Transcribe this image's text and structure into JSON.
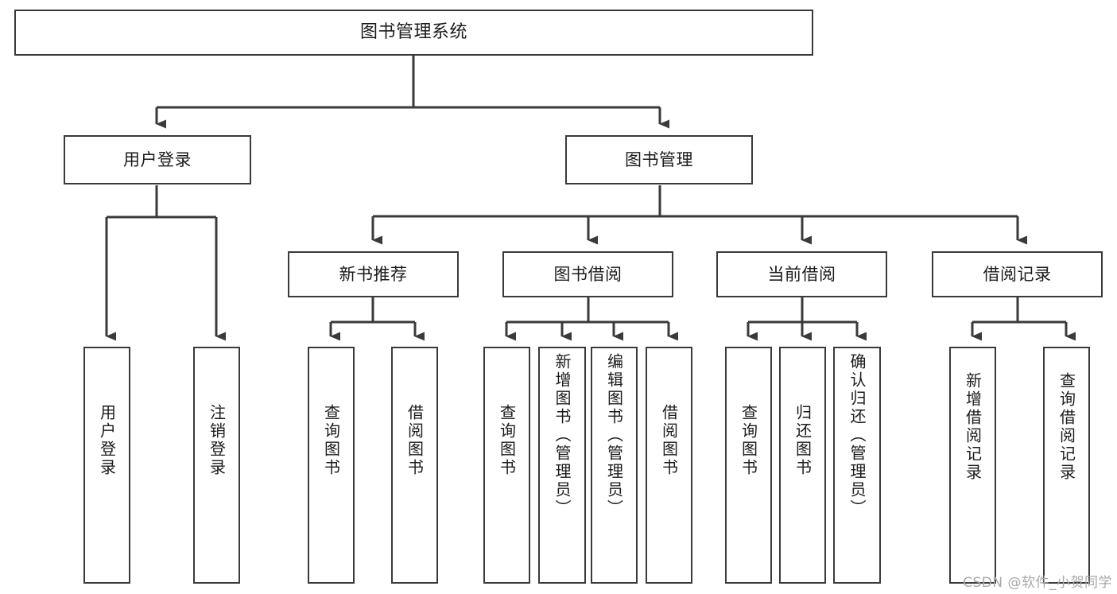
{
  "diagram": {
    "type": "tree-hierarchy",
    "title": "图书管理系统",
    "watermark": "CSDN @软件_小贺同学",
    "colors": {
      "box_border": "#3a3a3a",
      "box_fill": "#ffffff",
      "connector": "#3a3a3a",
      "text": "#1b1b1b",
      "watermark": "#a8a8a8",
      "background": "#ffffff"
    },
    "nodes": {
      "root": {
        "id": "root",
        "label": "图书管理系统",
        "level": 1
      },
      "level2": [
        {
          "id": "user-login",
          "label": "用户登录",
          "level": 2
        },
        {
          "id": "book-manage",
          "label": "图书管理",
          "level": 2
        }
      ],
      "level3": [
        {
          "id": "new-book-rec",
          "label": "新书推荐",
          "level": 3,
          "parent": "book-manage"
        },
        {
          "id": "book-borrow",
          "label": "图书借阅",
          "level": 3,
          "parent": "book-manage"
        },
        {
          "id": "current-borrow",
          "label": "当前借阅",
          "level": 3,
          "parent": "book-manage"
        },
        {
          "id": "borrow-record",
          "label": "借阅记录",
          "level": 3,
          "parent": "book-manage"
        }
      ],
      "leaves": [
        {
          "id": "leaf-user-login",
          "label": "用户登录",
          "parent": "user-login"
        },
        {
          "id": "leaf-user-logout",
          "label": "注销登录",
          "parent": "user-login"
        },
        {
          "id": "leaf-query-book-1",
          "label": "查询图书",
          "parent": "new-book-rec"
        },
        {
          "id": "leaf-borrow-book-1",
          "label": "借阅图书",
          "parent": "new-book-rec"
        },
        {
          "id": "leaf-query-book-2",
          "label": "查询图书",
          "parent": "book-borrow"
        },
        {
          "id": "leaf-add-book",
          "label": "新增图书（管理员）",
          "parent": "book-borrow"
        },
        {
          "id": "leaf-edit-book",
          "label": "编辑图书（管理员）",
          "parent": "book-borrow"
        },
        {
          "id": "leaf-borrow-book-2",
          "label": "借阅图书",
          "parent": "book-borrow"
        },
        {
          "id": "leaf-query-book-3",
          "label": "查询图书",
          "parent": "current-borrow"
        },
        {
          "id": "leaf-return-book",
          "label": "归还图书",
          "parent": "current-borrow"
        },
        {
          "id": "leaf-confirm-return",
          "label": "确认归还（管理员）",
          "parent": "current-borrow"
        },
        {
          "id": "leaf-add-record",
          "label": "新增借阅记录",
          "parent": "borrow-record"
        },
        {
          "id": "leaf-query-record",
          "label": "查询借阅记录",
          "parent": "borrow-record"
        }
      ]
    }
  }
}
